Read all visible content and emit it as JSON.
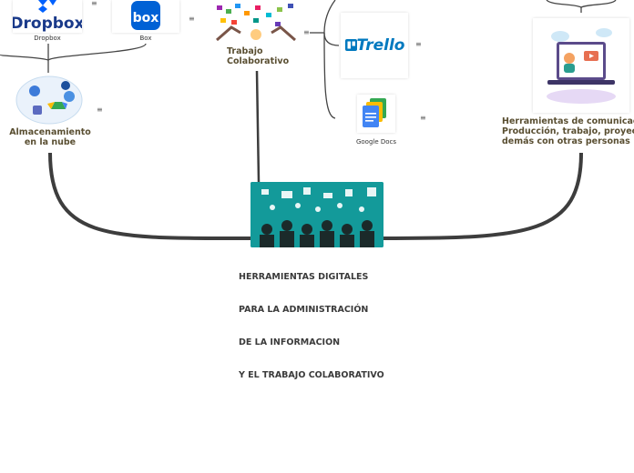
{
  "central": {
    "title_lines": [
      "HERRAMIENTAS DIGITALES",
      "PARA LA ADMINISTRACIÓN",
      "DE LA INFORMACION",
      "Y EL TRABAJO COLABORATIVO"
    ]
  },
  "nodes": {
    "almacenamiento": {
      "line1": "Almacenamiento",
      "line2": "en la nube"
    },
    "trabajo": {
      "line1": "Trabajo",
      "line2": "Colaborativo"
    },
    "comunicacion": {
      "line1": "Herramientas de comunicaci",
      "line2": "Producción, trabajo, proyect",
      "line3": "demás con otras personas"
    }
  },
  "images": {
    "dropbox": {
      "caption": "Dropbox",
      "logo_text": "Dropbox"
    },
    "box": {
      "caption": "Box",
      "logo_text": "box"
    },
    "trello": {
      "logo_text": "Trello"
    },
    "gdocs": {
      "caption": "Google Docs"
    }
  },
  "note_glyph": "≡",
  "colors": {
    "branch": "#3d3d3d",
    "label": "#5a4f32",
    "teal": "#1aa3a3",
    "dropbox_blue": "#0061fe",
    "box_blue": "#0061d5",
    "trello_blue": "#0079bf"
  }
}
